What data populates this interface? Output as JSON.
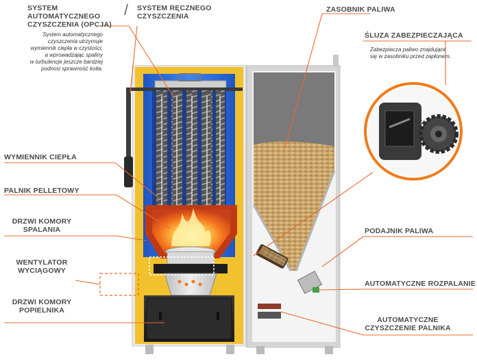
{
  "labels": {
    "auto_cleaning_title": "SYSTEM AUTOMATYCZNEGO CZYSZCZENIA (OPCJA)",
    "auto_cleaning_line1": "SYSTEM AUTOMATYCZNEGO",
    "auto_cleaning_line2": "CZYSZCZENIA (OPCJA)",
    "manual_cleaning_line1": "SYSTEM RĘCZNEGO",
    "manual_cleaning_line2": "CZYSZCZENIA",
    "separator": "/",
    "auto_cleaning_note": [
      "System automatycznego",
      "czyszczenia utrzymuje",
      "wymiennik ciepła w czystości,",
      "a wprowadzając spaliny",
      "w turbulencje jeszcze bardziej",
      "podnosi sprawność kotła."
    ],
    "fuel_hopper": "ZASOBNIK PALIWA",
    "safety_lock": "ŚLUZA ZABEZPIECZAJĄCA",
    "safety_lock_note": [
      "Zabezpiecza paliwo znajdujące",
      "się w zasobniku przed zapłonem."
    ],
    "heat_exchanger": "WYMIENNIK CIEPŁA",
    "pellet_burner": "PALNIK PELLETOWY",
    "combustion_door_line1": "DRZWI KOMORY",
    "combustion_door_line2": "SPALANIA",
    "exhaust_fan_line1": "WENTYLATOR",
    "exhaust_fan_line2": "WYCIĄGOWY",
    "ash_door_line1": "DRZWI KOMORY",
    "ash_door_line2": "POPIELNIKA",
    "fuel_feeder": "PODAJNIK PALIWA",
    "auto_ignition": "AUTOMATYCZNE ROZPALANIE",
    "auto_burner_cleaning_line1": "AUTOMATYCZNE",
    "auto_burner_cleaning_line2": "CZYSZCZENIE PALNIKA"
  },
  "colors": {
    "leader_line": "#e8692d",
    "boiler_casing": "#f2c12e",
    "water_jacket": "#2e6fd6",
    "flame": "#f27a1a",
    "pellets": "#c8a566",
    "hopper_wall": "#d8d8d8"
  },
  "icons": {
    "lock_detail": "rotary-valve-gear-icon",
    "fan": "fan-icon"
  }
}
